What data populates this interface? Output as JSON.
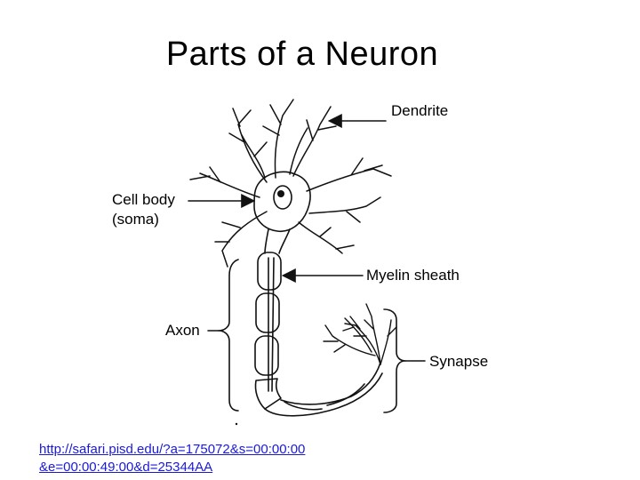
{
  "title": "Parts of a Neuron",
  "labels": {
    "dendrite": "Dendrite",
    "cell_body_line1": "Cell body",
    "cell_body_line2": "(soma)",
    "myelin_sheath": "Myelin sheath",
    "axon": "Axon",
    "synapse": "Synapse"
  },
  "source": {
    "line1": "http://safari.pisd.edu/?a=175072&s=00:00:00",
    "line2": "&e=00:00:49:00&d=25344AA"
  },
  "colors": {
    "link": "#1a1ad6",
    "stroke": "#111111"
  }
}
